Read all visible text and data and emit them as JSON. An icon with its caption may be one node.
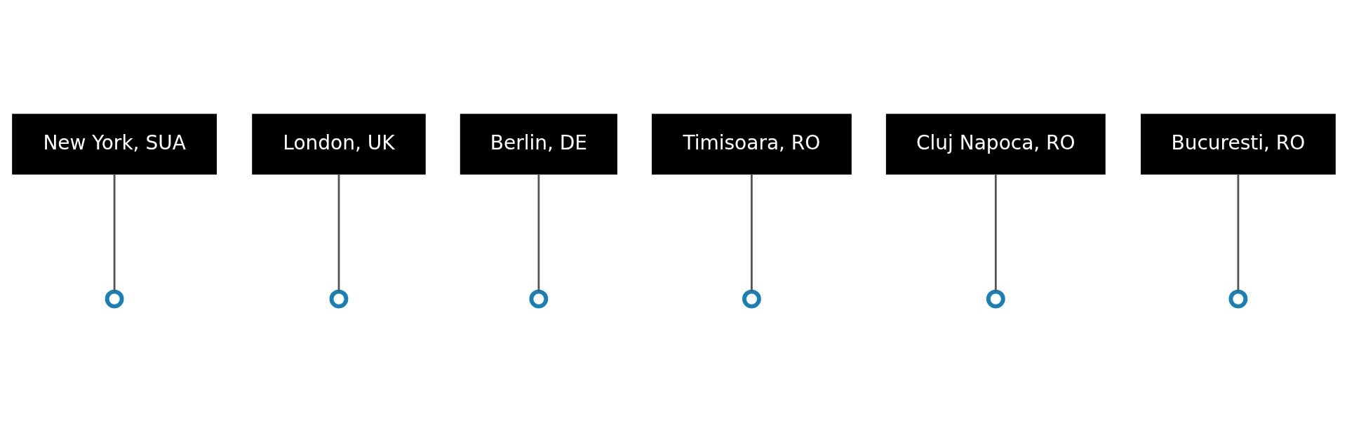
{
  "diagram": {
    "nodes": [
      {
        "text": [
          "London, UK"
        ]
      },
      {
        "text": [
          "Berlin, DE"
        ]
      },
      {
        "text": [
          "New York, SUA"
        ]
      },
      {
        "text": [
          "Cluj Napoca, RO"
        ]
      },
      {
        "text": [
          "Bucuresti, RO"
        ]
      },
      {
        "text": [
          "Timisoara, RO"
        ]
      },
      {
        "text": [],
        "shape": "circle"
      },
      {
        "text": [],
        "shape": "circle"
      },
      {
        "text": [],
        "shape": "circle"
      },
      {
        "text": [],
        "shape": "circle"
      },
      {
        "text": [],
        "shape": "circle"
      },
      {
        "text": [],
        "shape": "circle"
      }
    ],
    "edges": [
      {
        "from": 2,
        "to": 6,
        "arrow": "none"
      },
      {
        "from": 0,
        "to": 7,
        "arrow": "none"
      },
      {
        "from": 1,
        "to": 8,
        "arrow": "none"
      },
      {
        "from": 5,
        "to": 9,
        "arrow": "none"
      },
      {
        "from": 3,
        "to": 10,
        "arrow": "none"
      },
      {
        "from": 4,
        "to": 11,
        "arrow": "none"
      }
    ]
  }
}
